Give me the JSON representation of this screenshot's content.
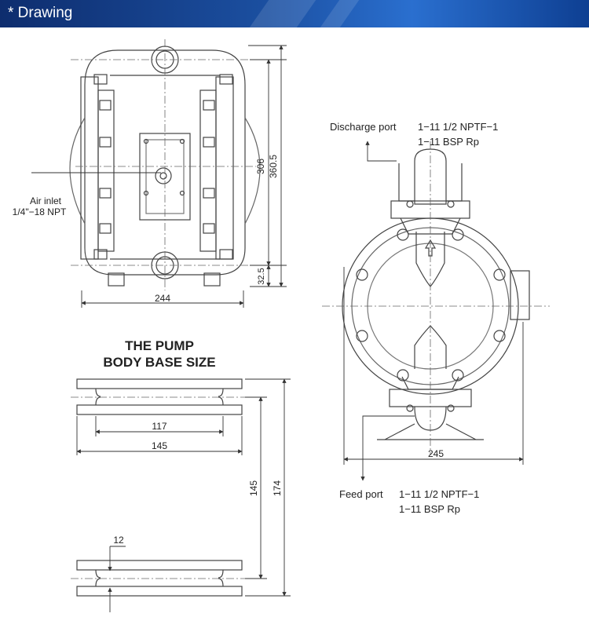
{
  "header": {
    "title": "* Drawing",
    "accent": "#1b4fa0"
  },
  "front_view": {
    "air_inlet_line1": "Air inlet",
    "air_inlet_line2": "1/4\"−18 NPT",
    "dim_width": "244",
    "dim_height_inner": "306",
    "dim_height_total": "360.5",
    "dim_base": "32.5"
  },
  "side_view": {
    "discharge_label": "Discharge port",
    "discharge_spec1": "1−11 1/2 NPTF−1",
    "discharge_spec2": "1−11 BSP Rp",
    "feed_label": "Feed port",
    "feed_spec1": "1−11 1/2 NPTF−1",
    "feed_spec2": "1−11 BSP Rp",
    "dim_width": "245"
  },
  "base": {
    "title_line1": "THE PUMP",
    "title_line2": "BODY BASE SIZE",
    "dim_inner": "117",
    "dim_outer": "145",
    "dim_height_inner": "145",
    "dim_height_total": "174",
    "dim_slot": "12"
  }
}
